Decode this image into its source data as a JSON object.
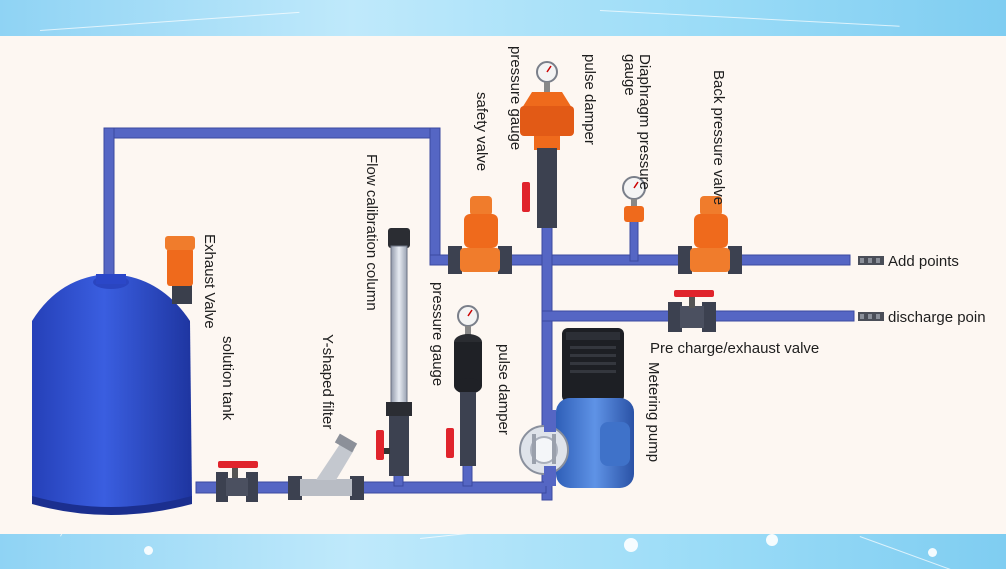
{
  "labels": {
    "back_pressure_valve": "Back pressure valve",
    "diaphragm_pressure_gauge": "Diaphragm pressure gauge",
    "pulse_damper_top": "pulse damper",
    "pressure_gauge_top": "pressure gauge",
    "safety_valve": "safety valve",
    "flow_calibration_column": "Flow calibration column",
    "exhaust_valve": "Exhaust Valve",
    "solution_tank": "solution tank",
    "y_shaped_filter": "Y-shaped filter",
    "pressure_gauge_bottom": "pressure gauge",
    "pulse_damper_bottom": "pulse damper",
    "metering_pump": "Metering pump",
    "pre_charge_exhaust_valve": "Pre charge/exhaust valve",
    "add_points": "Add points",
    "discharge_points": "discharge poin"
  },
  "colors": {
    "pipe": "#5566c4",
    "pipe_outline": "#3c49a0",
    "tank": "#2f4fd0",
    "valve_orange": "#ef6a1c",
    "valve_red": "#e0242c",
    "fitting_dark": "#3c4150",
    "pump_blue": "#3f72c9",
    "motor_black": "#1d1f24"
  }
}
